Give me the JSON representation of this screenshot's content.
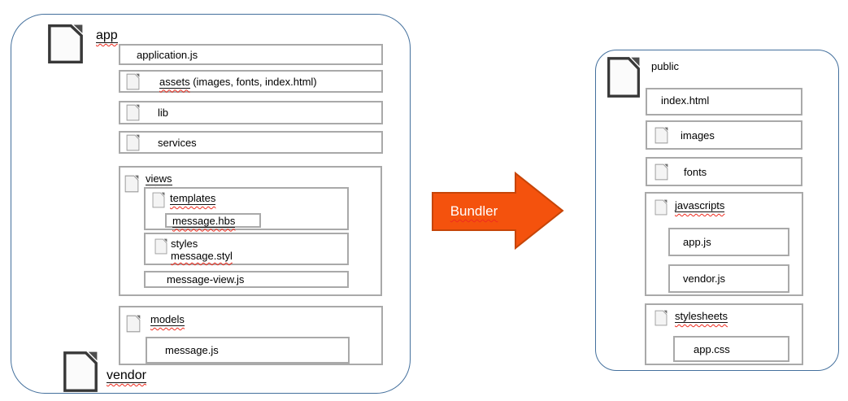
{
  "icons": {
    "tree_node": "document-icon"
  },
  "colors": {
    "panel_border": "#44709d",
    "box_border": "#a9a9a9",
    "arrow_fill": "#f4520d",
    "arrow_stroke": "#c64508",
    "squiggle": "#ef2b1e"
  },
  "source_panel": {
    "app_label": "app",
    "application_js": "application.js",
    "assets_label": "assets",
    "assets_suffix": " (images, fonts, index.html)",
    "lib_label": "lib",
    "services_label": "services",
    "views_label": "views",
    "templates_label": "templates",
    "message_hbs": "message.hbs",
    "styles_label": "styles",
    "message_styl": "message.styl",
    "message_view_js": "message-view.js",
    "models_label": "models",
    "message_js": "message.js",
    "vendor_label": "vendor"
  },
  "bundler": {
    "label": "Bundler"
  },
  "output_panel": {
    "public_label": "public",
    "index_html": "index.html",
    "images_label": "images",
    "fonts_label": "fonts",
    "javascripts_label": "javascripts",
    "app_js": "app.js",
    "vendor_js": "vendor.js",
    "stylesheets_label": "stylesheets",
    "app_css": "app.css"
  }
}
